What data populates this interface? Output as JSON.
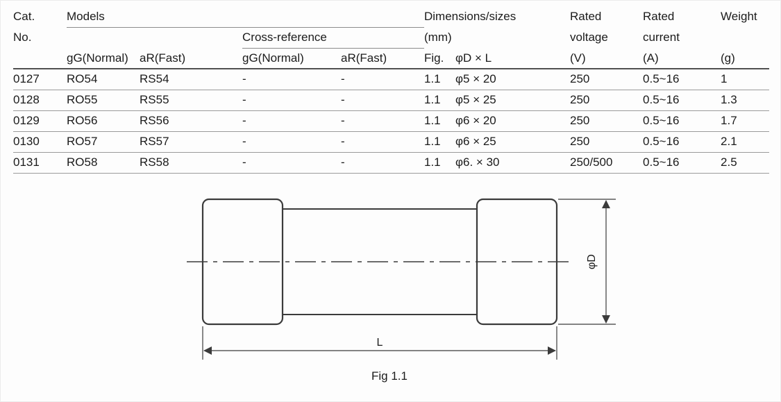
{
  "table": {
    "headers": {
      "cat_l1": "Cat.",
      "cat_l2": "No.",
      "models": "Models",
      "cross_reference": "Cross-reference",
      "dimensions_l1": "Dimensions/sizes",
      "dimensions_l2": "(mm)",
      "rated_voltage_l1": "Rated",
      "rated_voltage_l2": "voltage",
      "rated_voltage_unit": "(V)",
      "rated_current_l1": "Rated",
      "rated_current_l2": "current",
      "rated_current_unit": "(A)",
      "weight_l1": "Weight",
      "weight_unit": "(g)",
      "gG": "gG(Normal)",
      "aR": "aR(Fast)",
      "fig": "Fig.",
      "d_x_l": "φD × L"
    },
    "rows": [
      [
        "0127",
        "RO54",
        "RS54",
        "-",
        "-",
        "1.1",
        "φ5 × 20",
        "250",
        "0.5~16",
        "1"
      ],
      [
        "0128",
        "RO55",
        "RS55",
        "-",
        "-",
        "1.1",
        "φ5 × 25",
        "250",
        "0.5~16",
        "1.3"
      ],
      [
        "0129",
        "RO56",
        "RS56",
        "-",
        "-",
        "1.1",
        "φ6 × 20",
        "250",
        "0.5~16",
        "1.7"
      ],
      [
        "0130",
        "RO57",
        "RS57",
        "-",
        "-",
        "1.1",
        "φ6 × 25",
        "250",
        "0.5~16",
        "2.1"
      ],
      [
        "0131",
        "RO58",
        "RS58",
        "-",
        "-",
        "1.1",
        "φ6. × 30",
        "250/500",
        "0.5~16",
        "2.5"
      ]
    ]
  },
  "figure": {
    "diameter_label": "φD",
    "length_label": "L",
    "caption": "Fig 1.1"
  },
  "colors": {
    "line_dark": "#3b3b3b",
    "text": "#1b1b1b"
  }
}
